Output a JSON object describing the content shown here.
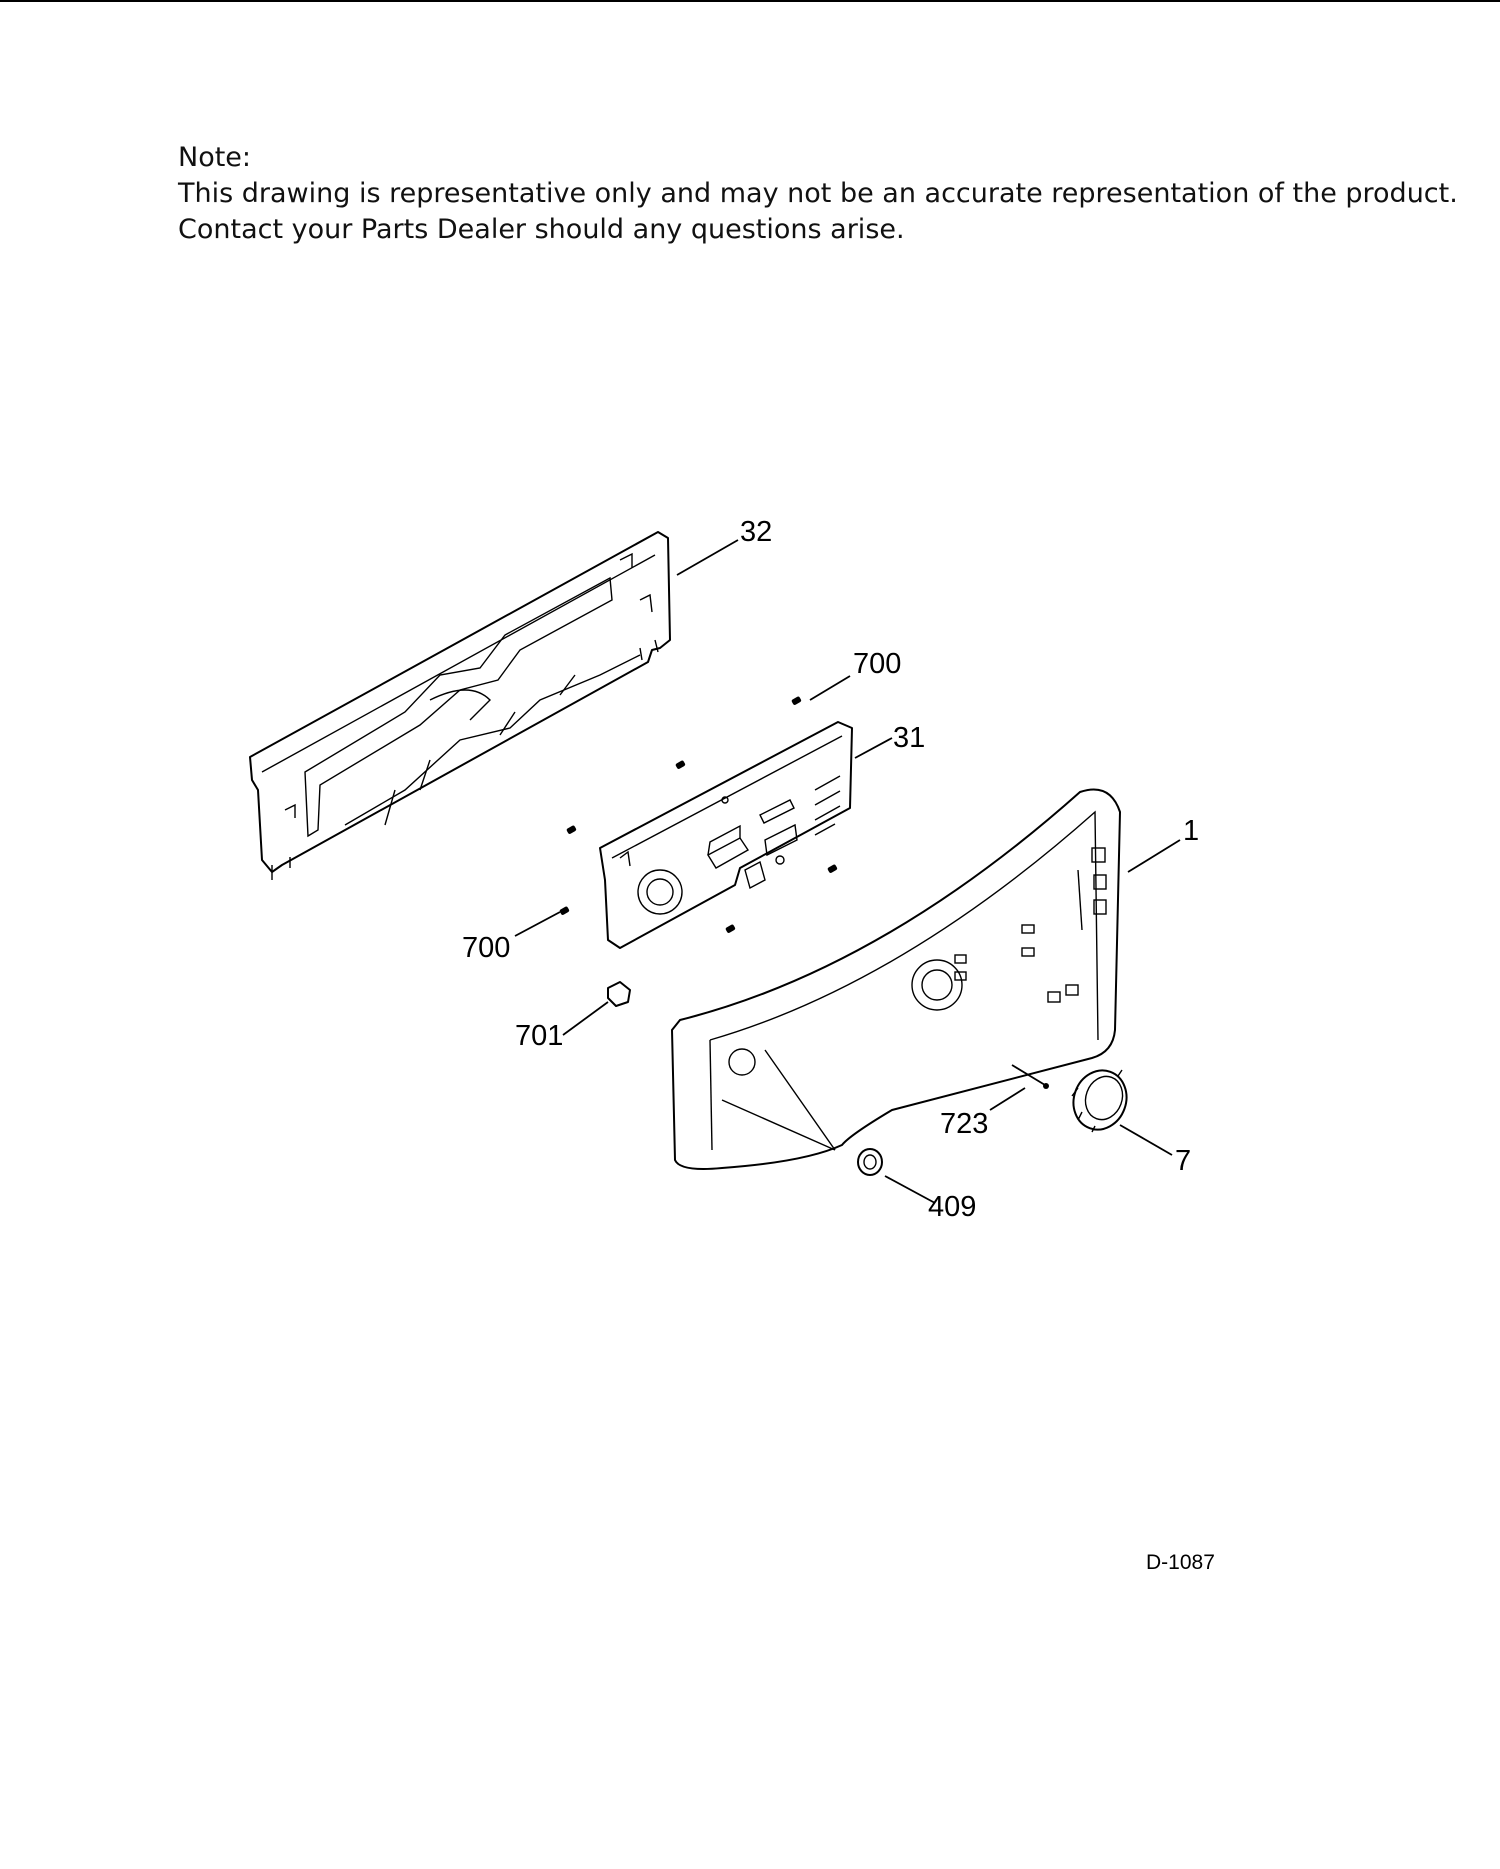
{
  "note": {
    "heading": "Note:",
    "line1": "This drawing is representative only and may not be an accurate representation of the product.",
    "line2": "Contact your Parts Dealer should any questions arise."
  },
  "callouts": {
    "c32": "32",
    "c700a": "700",
    "c31": "31",
    "c1": "1",
    "c700b": "700",
    "c701": "701",
    "c723": "723",
    "c7": "7",
    "c409": "409"
  },
  "drawing_id": "D-1087"
}
